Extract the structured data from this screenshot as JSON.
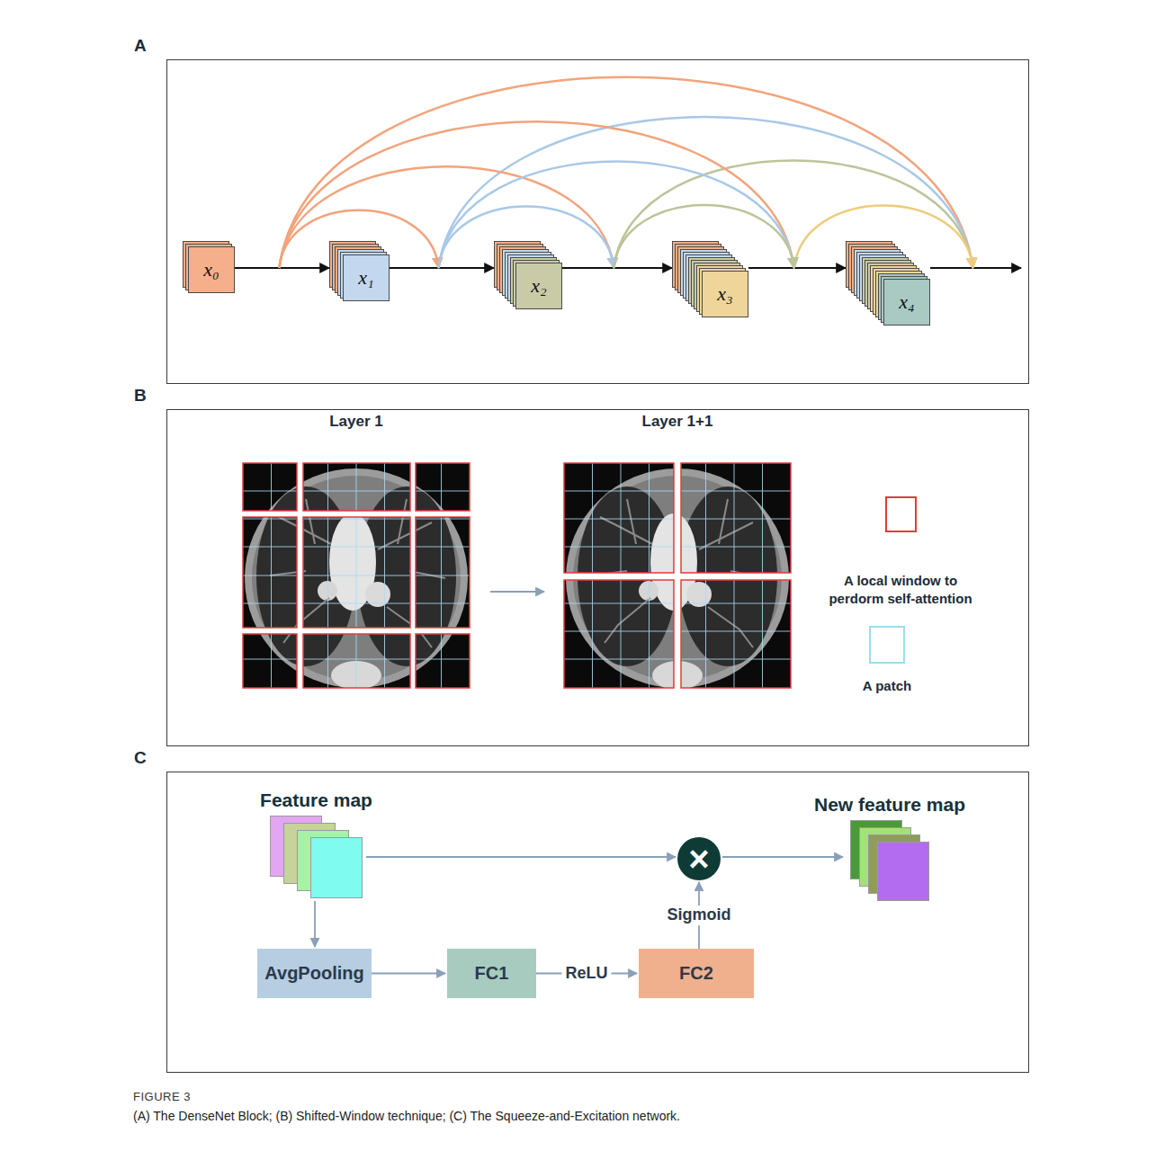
{
  "diagram": {
    "caption": "(A) The DenseNet Block; (B) Shifted-Window technique; (C) The Squeeze-and-Excitation network.",
    "nodes": [
      {
        "text": [
          "A"
        ]
      },
      {
        "text": [
          "x₀"
        ],
        "in": 0
      },
      {
        "text": [
          "x₁"
        ],
        "in": 0
      },
      {
        "text": [
          "x₂"
        ],
        "in": 0
      },
      {
        "text": [
          "x₃"
        ],
        "in": 0
      },
      {
        "text": [
          "x₄"
        ],
        "in": 0
      },
      {
        "text": [
          "B"
        ]
      },
      {
        "text": [
          "Layer 1"
        ],
        "in": 6
      },
      {
        "text": [
          "Layer 1+1"
        ],
        "in": 6
      },
      {
        "text": [
          "C"
        ]
      },
      {
        "text": [
          "Feature map"
        ],
        "in": 9
      },
      {
        "text": [
          "×"
        ],
        "in": 9
      },
      {
        "text": [
          "New feature map"
        ],
        "in": 9
      },
      {
        "text": [
          "AvgPooling"
        ],
        "in": 9
      },
      {
        "text": [
          "FC1"
        ],
        "in": 9
      },
      {
        "text": [
          "FC2"
        ],
        "in": 9
      }
    ],
    "edges": [
      {
        "from": 1,
        "to": 2,
        "arrow": "to"
      },
      {
        "from": 2,
        "to": 3,
        "arrow": "to"
      },
      {
        "from": 3,
        "to": 4,
        "arrow": "to"
      },
      {
        "from": 4,
        "to": 5,
        "arrow": "to"
      },
      {
        "from": 1,
        "to": 3,
        "arrow": "to"
      },
      {
        "from": 1,
        "to": 4,
        "arrow": "to"
      },
      {
        "from": 1,
        "to": 5,
        "arrow": "to"
      },
      {
        "from": 2,
        "to": 4,
        "arrow": "to"
      },
      {
        "from": 2,
        "to": 5,
        "arrow": "to"
      },
      {
        "from": 3,
        "to": 5,
        "arrow": "to"
      },
      {
        "from": 7,
        "to": 8,
        "arrow": "to"
      },
      {
        "from": 10,
        "to": 11,
        "arrow": "to"
      },
      {
        "from": 10,
        "to": 13,
        "arrow": "to"
      },
      {
        "from": 13,
        "to": 14,
        "arrow": "to"
      },
      {
        "from": 14,
        "to": 15,
        "label": "ReLU",
        "arrow": "to"
      },
      {
        "from": 15,
        "to": 11,
        "label": "Sigmoid",
        "arrow": "to"
      },
      {
        "from": 11,
        "to": 12,
        "arrow": "to"
      }
    ],
    "labels": [
      "FIGURE 3"
    ],
    "legend": [
      {
        "text": "A local window to perdorm self-attention"
      },
      {
        "text": "A patch"
      }
    ]
  }
}
